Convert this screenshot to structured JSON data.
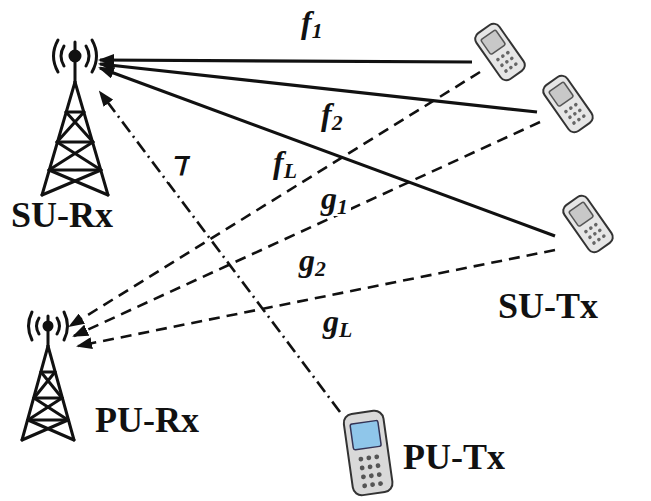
{
  "diagram": {
    "nodes": [
      {
        "text": [
          "SU-Rx"
        ]
      },
      {
        "text": [
          "PU-Rx"
        ]
      },
      {
        "text": [
          "SU-Tx"
        ]
      },
      {
        "text": [
          "PU-Tx"
        ]
      }
    ],
    "edges": [
      {
        "from": 2,
        "to": 0,
        "arrow": "to",
        "label": "f1"
      },
      {
        "from": 2,
        "to": 0,
        "arrow": "to",
        "label": "f2"
      },
      {
        "from": 2,
        "to": 0,
        "arrow": "to",
        "label": "fL"
      },
      {
        "from": 2,
        "to": 1,
        "arrow": "to",
        "label": "g1"
      },
      {
        "from": 2,
        "to": 1,
        "arrow": "to",
        "label": "g2"
      },
      {
        "from": 2,
        "to": 1,
        "arrow": "to",
        "label": "gL"
      },
      {
        "from": 3,
        "to": 0,
        "arrow": "to",
        "label": "ℸ"
      }
    ]
  }
}
